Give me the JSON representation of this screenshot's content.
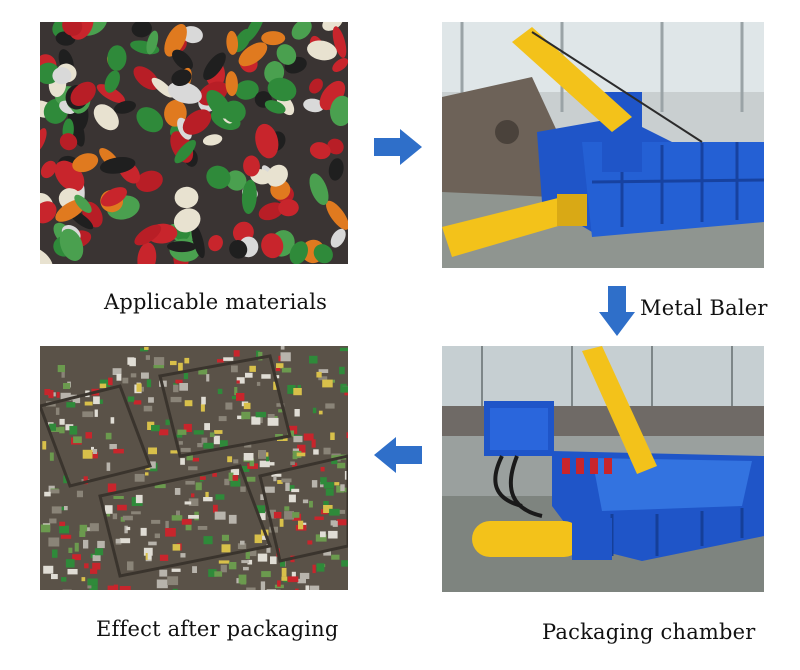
{
  "steps": {
    "materials": {
      "caption": "Applicable materials"
    },
    "baler": {
      "caption": "Metal Baler"
    },
    "chamber": {
      "caption": "Packaging chamber"
    },
    "effect": {
      "caption": "Effect after packaging"
    }
  },
  "colors": {
    "arrow": "#2f6fc9",
    "machine_blue": "#1f55c8",
    "cylinder_yellow": "#f3c21a",
    "can_red": "#c8252c",
    "can_green": "#2f8a3a",
    "floor_gray": "#8a8f8c"
  },
  "icons": {
    "flow_right": "arrow-right",
    "flow_down": "arrow-down",
    "flow_left": "arrow-left"
  }
}
